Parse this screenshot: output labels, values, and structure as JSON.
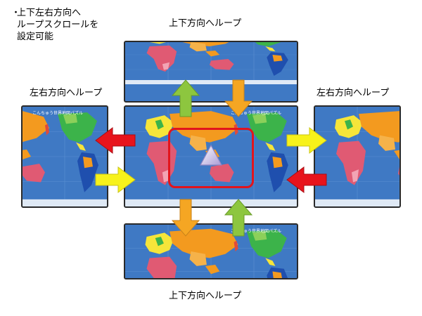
{
  "note": {
    "bullet": "・",
    "lines": [
      "上下左右方向へ",
      "ループスクロールを",
      "設定可能"
    ]
  },
  "labels": {
    "top": "上下方向へループ",
    "bottom": "上下方向へループ",
    "left": "左右方向へループ",
    "right": "左右方向へループ"
  },
  "map_title": "こんちゅう世界地図パズル",
  "icons": {
    "arrow_up": "arrow-up-icon",
    "arrow_down": "arrow-down-icon",
    "arrow_left": "arrow-left-icon",
    "arrow_right": "arrow-right-icon",
    "cursor": "triangle-cursor-icon"
  },
  "colors": {
    "ocean": "#3f79c4",
    "arrow_green": "#8dc63f",
    "arrow_orange": "#f5a623",
    "arrow_red": "#e8141c",
    "arrow_yellow": "#f7f21a",
    "viewport_border": "#e2141c"
  }
}
